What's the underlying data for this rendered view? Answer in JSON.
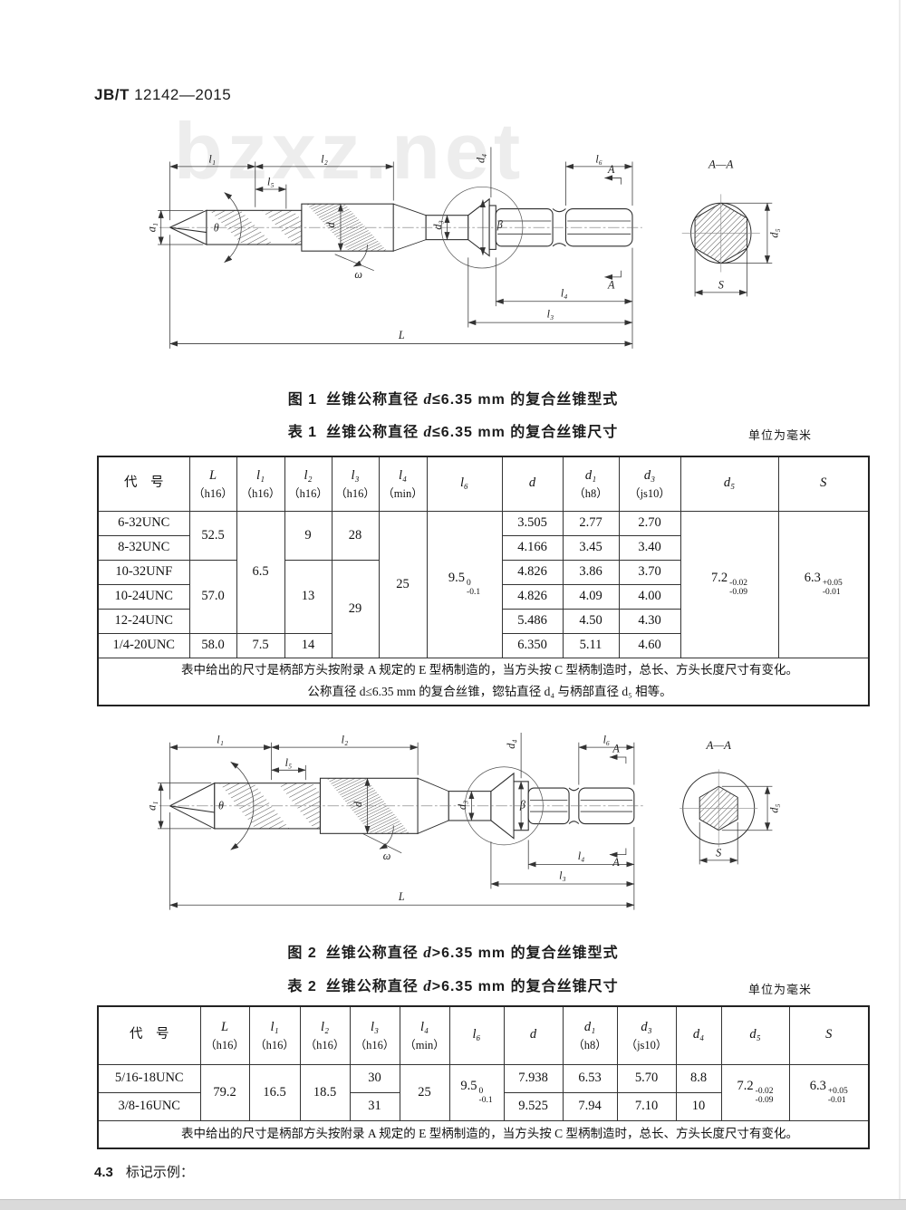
{
  "page": {
    "doc_prefix": "JB/T",
    "doc_number": "12142—2015",
    "watermark": "bzxz.net",
    "section43_number": "4.3",
    "section43_title": "标记示例："
  },
  "figure1": {
    "caption_label": "图 1",
    "caption_pre": "丝锥公称直径 ",
    "caption_d": "d",
    "caption_cond": "≤6.35 mm ",
    "caption_post": "的复合丝锥型式",
    "labels": {
      "l1": "l₁",
      "l5": "l₅",
      "l2": "l₂",
      "l6": "l₆",
      "d4": "d₄",
      "d1": "d₁",
      "theta": "θ",
      "d": "d",
      "omega": "ω",
      "d3": "d₃",
      "beta": "β",
      "A": "A",
      "l4": "l₄",
      "l3": "l₃",
      "L": "L",
      "section": "A—A",
      "d5": "d₅",
      "S": "S"
    }
  },
  "figure2": {
    "caption_label": "图 2",
    "caption_pre": "丝锥公称直径 ",
    "caption_d": "d",
    "caption_cond": ">6.35 mm ",
    "caption_post": "的复合丝锥型式",
    "labels": {
      "l1": "l₁",
      "l5": "l₅",
      "l2": "l₂",
      "l6": "l₆",
      "d4": "d₄",
      "d1": "d₁",
      "theta": "θ",
      "d": "d",
      "omega": "ω",
      "d3": "d₃",
      "beta": "β",
      "A": "A",
      "l4": "l₄",
      "l3": "l₃",
      "L": "L",
      "section": "A—A",
      "d5": "d₅",
      "S": "S"
    }
  },
  "table1": {
    "caption_label": "表 1",
    "caption_pre": "丝锥公称直径 ",
    "caption_d": "d",
    "caption_cond": "≤6.35 mm ",
    "caption_post": "的复合丝锥尺寸",
    "unit": "单位为毫米",
    "headers": {
      "code": "代　号",
      "L_sym": "L",
      "L_tol": "（h16）",
      "l1_sym": "l₁",
      "l1_tol": "（h16）",
      "l2_sym": "l₂",
      "l2_tol": "（h16）",
      "l3_sym": "l₃",
      "l3_tol": "（h16）",
      "l4_sym": "l₄",
      "l4_tol": "（min）",
      "l6_sym": "l₆",
      "d_sym": "d",
      "d1_sym": "d₁",
      "d1_tol": "（h8）",
      "d3_sym": "d₃",
      "d3_tol": "（js10）",
      "d5_sym": "d₅",
      "S_sym": "S"
    },
    "codes": [
      "6-32UNC",
      "8-32UNC",
      "10-32UNF",
      "10-24UNC",
      "12-24UNC",
      "1/4-20UNC"
    ],
    "L_values": [
      "52.5",
      "57.0",
      "58.0"
    ],
    "l1_values": [
      "6.5",
      "7.5"
    ],
    "l2_values": [
      "9",
      "13",
      "14"
    ],
    "l3_values": [
      "28",
      "29"
    ],
    "l4_value": "25",
    "l6_tol": {
      "value": "9.5",
      "upper": "0",
      "lower": "-0.1"
    },
    "d_values": [
      "3.505",
      "4.166",
      "4.826",
      "4.826",
      "5.486",
      "6.350"
    ],
    "d1_values": [
      "2.77",
      "3.45",
      "3.86",
      "4.09",
      "4.50",
      "5.11"
    ],
    "d3_values": [
      "2.70",
      "3.40",
      "3.70",
      "4.00",
      "4.30",
      "4.60"
    ],
    "d5_tol": {
      "value": "7.2",
      "upper": "-0.02",
      "lower": "-0.09"
    },
    "S_tol": {
      "value": "6.3",
      "upper": "+0.05",
      "lower": "-0.01"
    },
    "note1": "表中给出的尺寸是柄部方头按附录 A 规定的 E 型柄制造的，当方头按 C 型柄制造时，总长、方头长度尺寸有变化。",
    "note2": "公称直径 d≤6.35 mm 的复合丝锥，锪钻直径 d₄ 与柄部直径 d₅ 相等。"
  },
  "table2": {
    "caption_label": "表 2",
    "caption_pre": "丝锥公称直径 ",
    "caption_d": "d",
    "caption_cond": ">6.35 mm ",
    "caption_post": "的复合丝锥尺寸",
    "unit": "单位为毫米",
    "headers": {
      "code": "代　号",
      "L_sym": "L",
      "L_tol": "（h16）",
      "l1_sym": "l₁",
      "l1_tol": "（h16）",
      "l2_sym": "l₂",
      "l2_tol": "（h16）",
      "l3_sym": "l₃",
      "l3_tol": "（h16）",
      "l4_sym": "l₄",
      "l4_tol": "（min）",
      "l6_sym": "l₆",
      "d_sym": "d",
      "d1_sym": "d₁",
      "d1_tol": "（h8）",
      "d3_sym": "d₃",
      "d3_tol": "（js10）",
      "d4_sym": "d₄",
      "d5_sym": "d₅",
      "S_sym": "S"
    },
    "codes": [
      "5/16-18UNC",
      "3/8-16UNC"
    ],
    "L_value": "79.2",
    "l1_value": "16.5",
    "l2_value": "18.5",
    "l3_values": [
      "30",
      "31"
    ],
    "l4_value": "25",
    "l6_tol": {
      "value": "9.5",
      "upper": "0",
      "lower": "-0.1"
    },
    "d_values": [
      "7.938",
      "9.525"
    ],
    "d1_values": [
      "6.53",
      "7.94"
    ],
    "d3_values": [
      "5.70",
      "7.10"
    ],
    "d4_values": [
      "8.8",
      "10"
    ],
    "d5_tol": {
      "value": "7.2",
      "upper": "-0.02",
      "lower": "-0.09"
    },
    "S_tol": {
      "value": "6.3",
      "upper": "+0.05",
      "lower": "-0.01"
    },
    "note": "表中给出的尺寸是柄部方头按附录 A 规定的 E 型柄制造的，当方头按 C 型柄制造时，总长、方头长度尺寸有变化。"
  }
}
